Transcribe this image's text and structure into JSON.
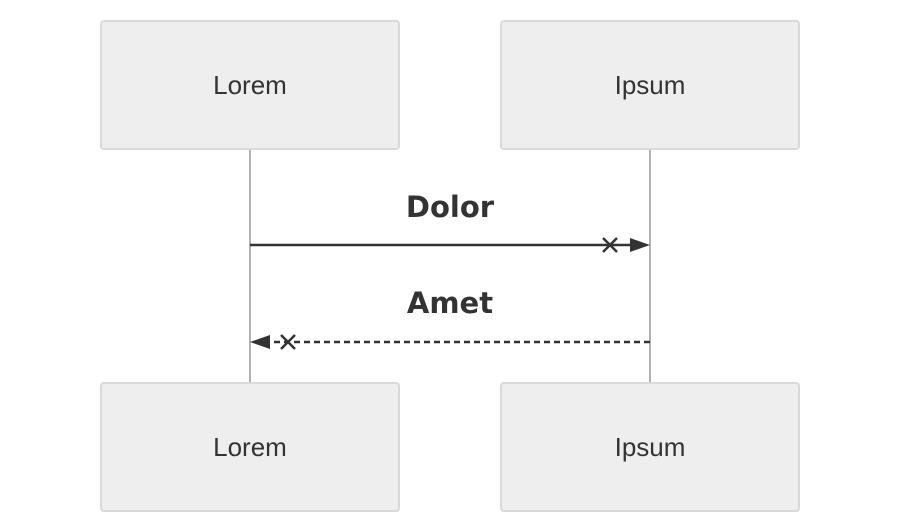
{
  "actors": {
    "top": [
      "Lorem",
      "Ipsum"
    ],
    "bottom": [
      "Lorem",
      "Ipsum"
    ]
  },
  "messages": [
    {
      "label": "Dolor",
      "from": "Lorem",
      "to": "Ipsum",
      "line": "solid",
      "end": "cross-arrow"
    },
    {
      "label": "Amet",
      "from": "Ipsum",
      "to": "Lorem",
      "line": "dashed",
      "end": "cross-arrow"
    }
  ],
  "colors": {
    "box_fill": "#eeeeee",
    "box_border": "#d9d9d9",
    "lifeline": "#999999",
    "message_line": "#333333",
    "text": "#333333"
  }
}
